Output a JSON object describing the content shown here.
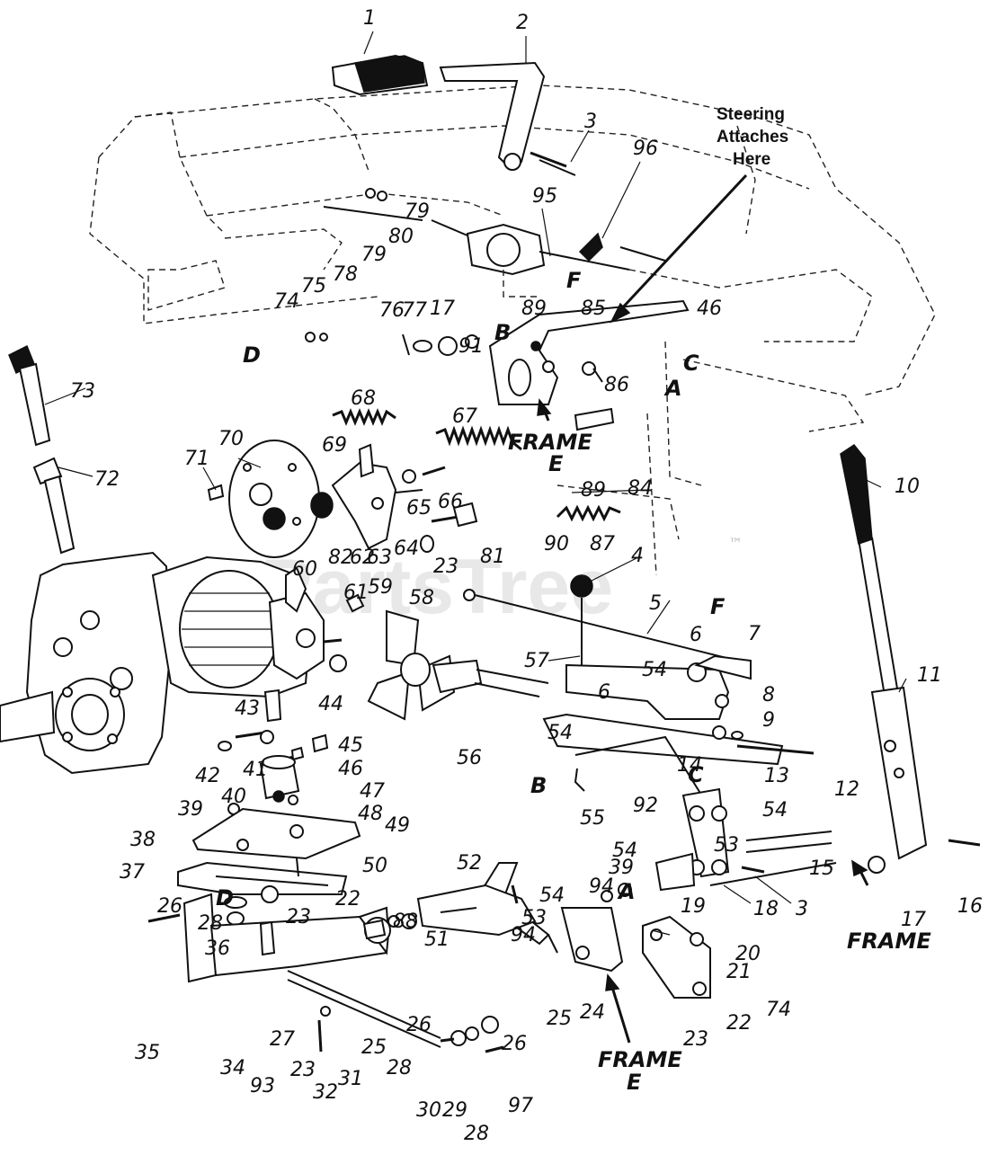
{
  "diagram": {
    "watermark": "PartsTree",
    "watermark_tm": "™",
    "steering_note": [
      "Steering",
      "Attaches",
      "Here"
    ],
    "frame_labels": [
      {
        "id": "frame-e-upper",
        "lines": [
          "FRAME",
          "E"
        ]
      },
      {
        "id": "frame-e-lower",
        "lines": [
          "FRAME",
          "E"
        ]
      },
      {
        "id": "frame-17",
        "lines": [
          "17",
          "FRAME"
        ]
      }
    ],
    "letters": [
      "D",
      "B",
      "C",
      "A",
      "F",
      "F",
      "B",
      "C",
      "A",
      "D"
    ],
    "part_numbers": [
      "1",
      "2",
      "3",
      "96",
      "95",
      "79",
      "79",
      "80",
      "78",
      "46",
      "75",
      "74",
      "76",
      "77",
      "17",
      "89",
      "85",
      "91",
      "86",
      "84",
      "73",
      "72",
      "68",
      "67",
      "69",
      "70",
      "71",
      "66",
      "65",
      "64",
      "82",
      "62",
      "63",
      "81",
      "23",
      "60",
      "61",
      "59",
      "58",
      "89",
      "90",
      "87",
      "4",
      "5",
      "57",
      "6",
      "7",
      "6",
      "54",
      "8",
      "9",
      "54",
      "12",
      "14",
      "13",
      "55",
      "92",
      "54",
      "10",
      "11",
      "43",
      "42",
      "44",
      "45",
      "46",
      "41",
      "47",
      "40",
      "39",
      "48",
      "49",
      "56",
      "38",
      "37",
      "50",
      "26",
      "28",
      "23",
      "22",
      "36",
      "88",
      "52",
      "54",
      "94",
      "39",
      "53",
      "94",
      "51",
      "24",
      "25",
      "26",
      "28",
      "27",
      "34",
      "35",
      "93",
      "23",
      "32",
      "31",
      "25",
      "30",
      "29",
      "28",
      "26",
      "97",
      "15",
      "3",
      "18",
      "19",
      "20",
      "21",
      "74",
      "22",
      "23",
      "16",
      "54",
      "53"
    ]
  }
}
